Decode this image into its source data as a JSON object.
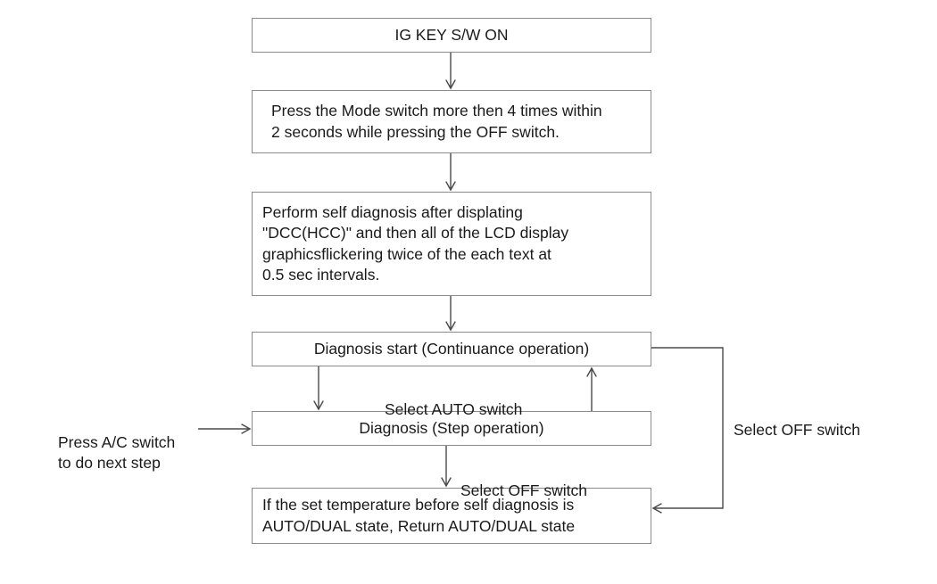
{
  "diagram": {
    "title": "Full Auto Air Conditioner Self Diagnosis Flow",
    "type": "flowchart",
    "line_color": "#4a4a4a",
    "box_border_color": "#8a8a8a",
    "text_color": "#1a1a1a",
    "background": "#ffffff",
    "nodes": [
      {
        "id": "ig-key",
        "label": "IG KEY S/W ON",
        "align": "center"
      },
      {
        "id": "press-mode",
        "label": "Press the Mode switch more then 4 times within\n2 seconds while pressing the OFF switch.",
        "align": "left"
      },
      {
        "id": "perform-self-diagnosis",
        "label": "Perform self diagnosis after displating\n\"DCC(HCC)\" and then all of the LCD display\ngraphicsflickering twice of the each text at\n0.5 sec intervals.",
        "align": "left"
      },
      {
        "id": "diagnosis-start",
        "label": "Diagnosis start (Continuance operation)",
        "align": "center"
      },
      {
        "id": "diagnosis-step",
        "label": "Diagnosis (Step operation)",
        "align": "center"
      },
      {
        "id": "return-state",
        "label": "If the set temperature before self diagnosis is\nAUTO/DUAL state, Return AUTO/DUAL state",
        "align": "left"
      }
    ],
    "edge_labels": [
      {
        "id": "select-auto",
        "text": "Select AUTO switch"
      },
      {
        "id": "select-off-middle",
        "text": "Select OFF switch"
      },
      {
        "id": "select-off-right",
        "text": "Select OFF switch"
      },
      {
        "id": "press-ac",
        "text": "Press A/C switch\nto do next step"
      }
    ]
  }
}
